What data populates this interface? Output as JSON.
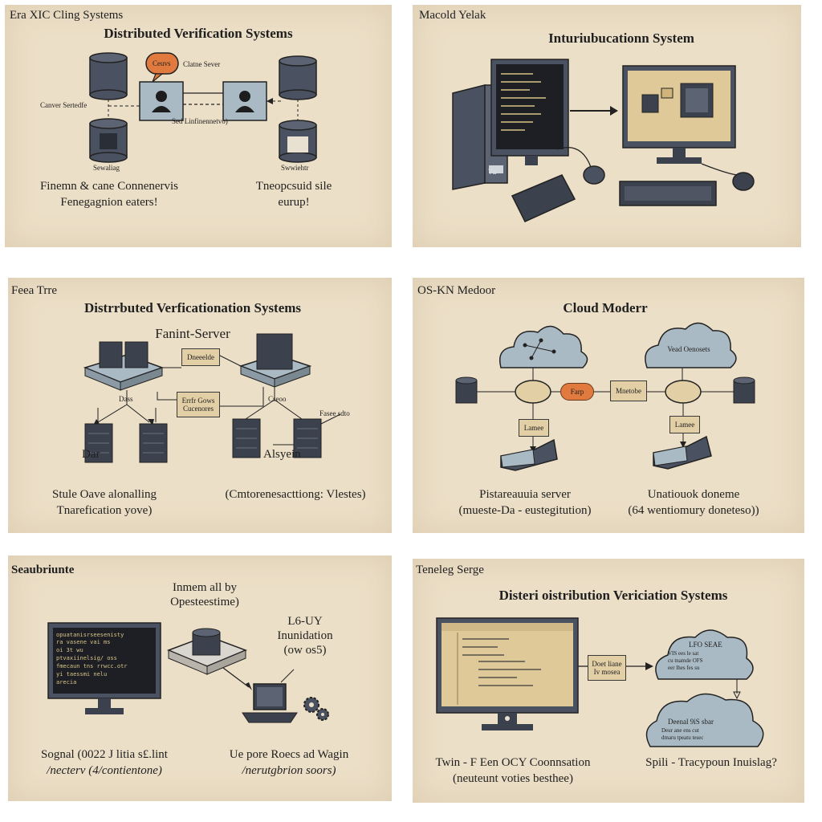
{
  "panels": [
    {
      "tag": "Era XIC Cling Systems",
      "title": "Distributed Verification Systems",
      "labels": {
        "bubble": "Ceuvs",
        "client_server": "Clatne Sever",
        "conn_left": "Canver Sertedfe",
        "mid_caption": "Sed Linfinennetvo)",
        "db_left": "Sewaliag",
        "db_right": "Swwiehtr"
      },
      "caption_left": [
        "Finemn & cane Connenervis",
        "Fenegagnion eaters!"
      ],
      "caption_right": [
        "Tneopcsuid sile",
        "eurup!"
      ]
    },
    {
      "tag": "Macold Yelak",
      "title": "Inturiubucationn System",
      "labels": {
        "case": "Ya"
      }
    },
    {
      "tag": "Feea Trre",
      "title": "Distrrbuted Verficationation Systems",
      "subtitle": "Fanint-Server",
      "labels": {
        "box_top": "Dneeelde",
        "box_mid": "Errfr Gows Cucenores",
        "node_left": "Dass",
        "node_right": "Cseoo",
        "stack_left": "Dar",
        "stack_right": "Alsyein",
        "right_note": "Fasee sdto"
      },
      "caption_left": [
        "Stule  Oave alonalling",
        "Tnarefication yove)"
      ],
      "caption_right": [
        "(Cmtorenesacttiong: Vlestes)"
      ]
    },
    {
      "tag": "OS-KN Medoor",
      "title": "Cloud Moderr",
      "labels": {
        "cloud_right": "Vead Oenosets",
        "pill": "Farp",
        "box_mid": "Mnetobe",
        "box_left": "Lamee",
        "box_right": "Lamee"
      },
      "caption_left": [
        "Pistareauuia server",
        "(mueste-Da - eustegitution)"
      ],
      "caption_right": [
        "Unatiouok  doneme",
        "(64 wentiomury doneteso))"
      ]
    },
    {
      "tag": "Seaubriunte",
      "title": [
        "Inmem all by",
        "Opesteestime)"
      ],
      "labels": {
        "right_title": [
          "L6-UY",
          "Inunidation",
          "(ow os5)"
        ]
      },
      "code_lines": [
        "opuatanisrseesenisty",
        "  ra  vasene  vai ms",
        "oi   3t wu",
        "ptvaxiinelsig/ oss",
        "fmecaun  tns  rrwcc.otr",
        "yi  taessmi   nelu",
        "arecia"
      ],
      "caption_left": [
        "Sognal (0022 J litia s£.lint",
        "/necterv (4/contientone)"
      ],
      "caption_right": [
        "Ue pore Roecs ad Wagin",
        "/nerutgbrion soors)"
      ]
    },
    {
      "tag": "Teneleg Serge",
      "title": "Disteri oistribution Vericiation Systems",
      "labels": {
        "box": "Doet liane Iv mosea",
        "cloud_top": "LFO SEAE",
        "cloud_top_lines": [
          "VIS  ees le sat",
          "cu tnamde OFS",
          "eer lhes fes su"
        ],
        "cloud_bottom": "Deenal 9iS sbar",
        "cloud_bottom_lines": [
          "Deur  ane  ens cut",
          "dmaru tpeatu tesec"
        ]
      },
      "caption_left": [
        "Twin  -  F Een  OCY Coonnsation",
        "(neuteunt  voties  besthee)"
      ],
      "caption_right": [
        "Spili  -  Tracypoun Inuislag?"
      ]
    }
  ]
}
